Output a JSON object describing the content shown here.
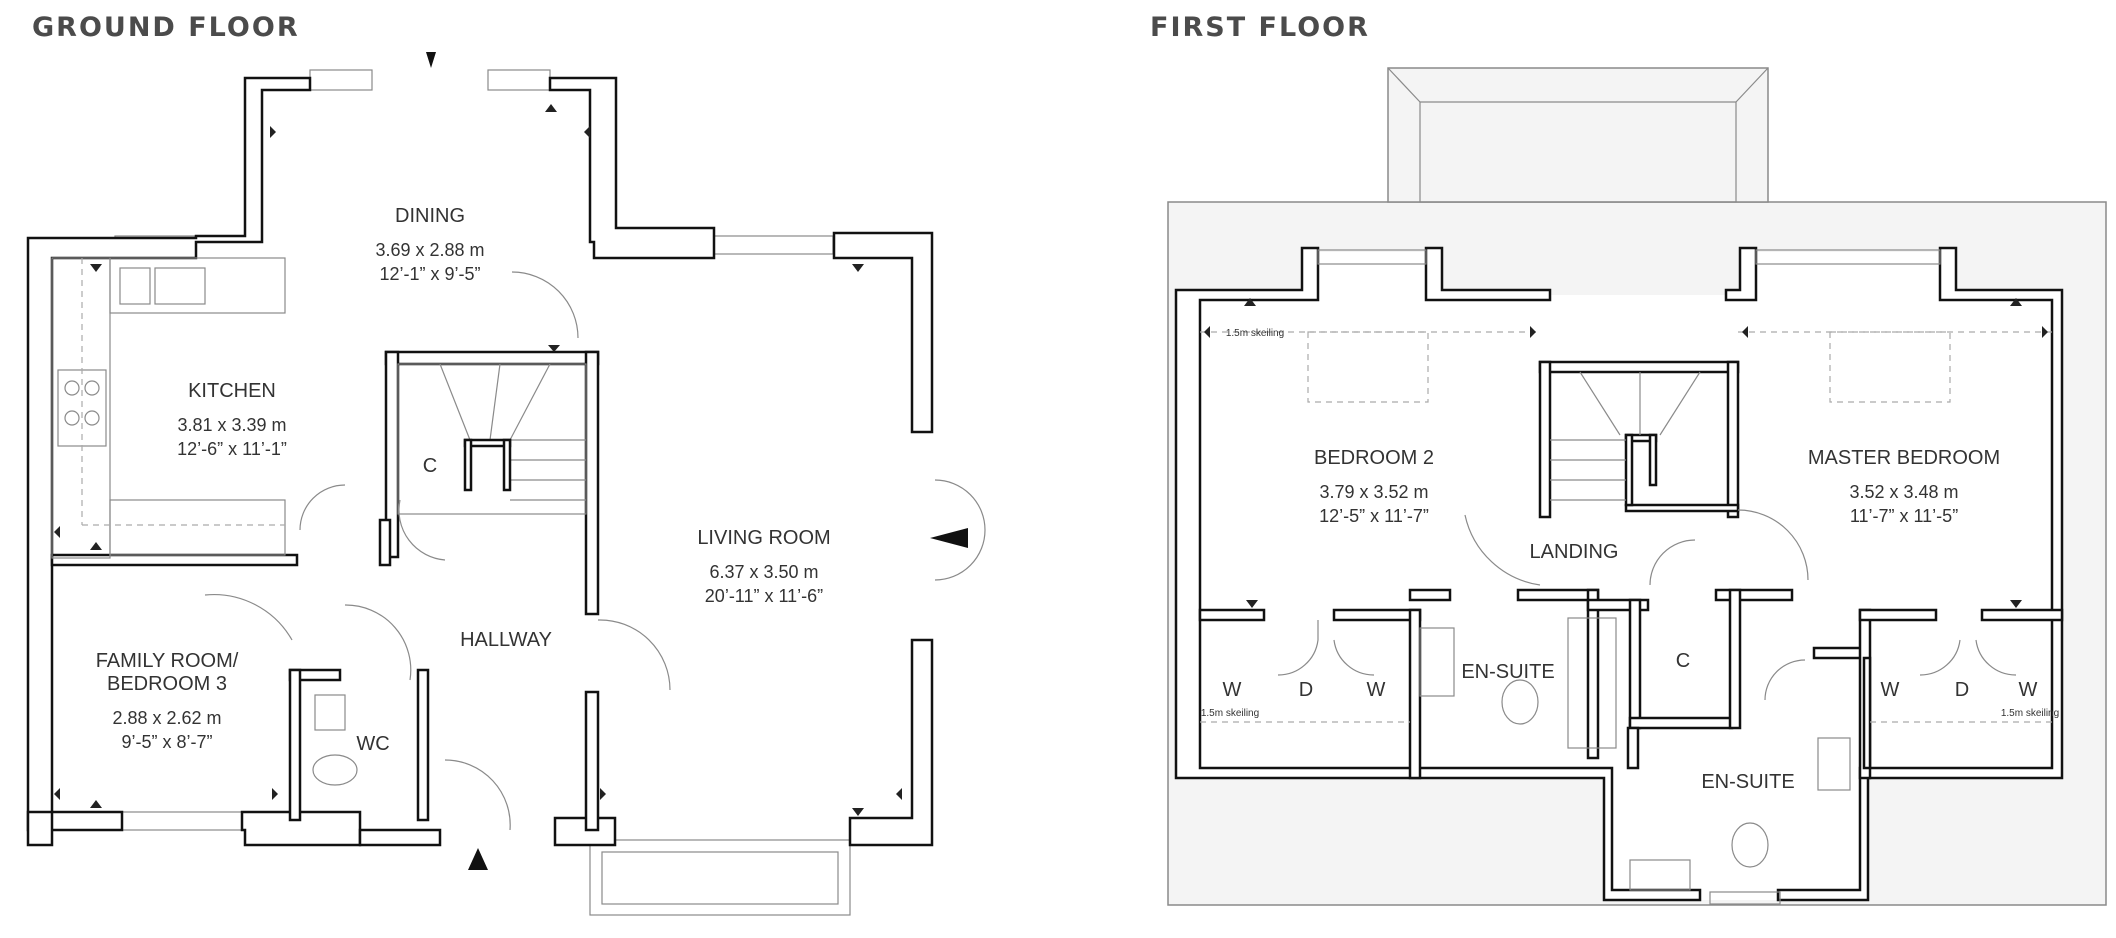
{
  "headings": {
    "ground": "GROUND FLOOR",
    "first": "FIRST FLOOR"
  },
  "ground_floor": {
    "dining": {
      "name": "DINING",
      "metric": "3.69 x 2.88 m",
      "imperial": "12’-1” x 9’-5”"
    },
    "kitchen": {
      "name": "KITCHEN",
      "metric": "3.81 x 3.39 m",
      "imperial": "12’-6” x 11’-1”"
    },
    "living": {
      "name": "LIVING ROOM",
      "metric": "6.37 x 3.50 m",
      "imperial": "20’-11” x 11’-6”"
    },
    "family": {
      "name1": "FAMILY ROOM/",
      "name2": "BEDROOM 3",
      "metric": "2.88 x 2.62 m",
      "imperial": "9’-5” x 8’-7”"
    },
    "hallway": {
      "name": "HALLWAY"
    },
    "wc": {
      "name": "WC"
    },
    "cupboard": {
      "name": "C"
    }
  },
  "first_floor": {
    "bedroom2": {
      "name": "BEDROOM 2",
      "metric": "3.79 x 3.52 m",
      "imperial": "12’-5” x 11’-7”"
    },
    "master": {
      "name": "MASTER BEDROOM",
      "metric": "3.52 x 3.48 m",
      "imperial": "11’-7” x 11’-5”"
    },
    "landing": {
      "name": "LANDING"
    },
    "ensuite1": {
      "name": "EN-SUITE"
    },
    "ensuite2": {
      "name": "EN-SUITE"
    },
    "cupboard": {
      "name": "C"
    },
    "wardrobe_left": {
      "w1": "W",
      "d": "D",
      "w2": "W"
    },
    "wardrobe_right": {
      "w1": "W",
      "d": "D",
      "w2": "W"
    },
    "skeiling": "1.5m skeiling"
  }
}
